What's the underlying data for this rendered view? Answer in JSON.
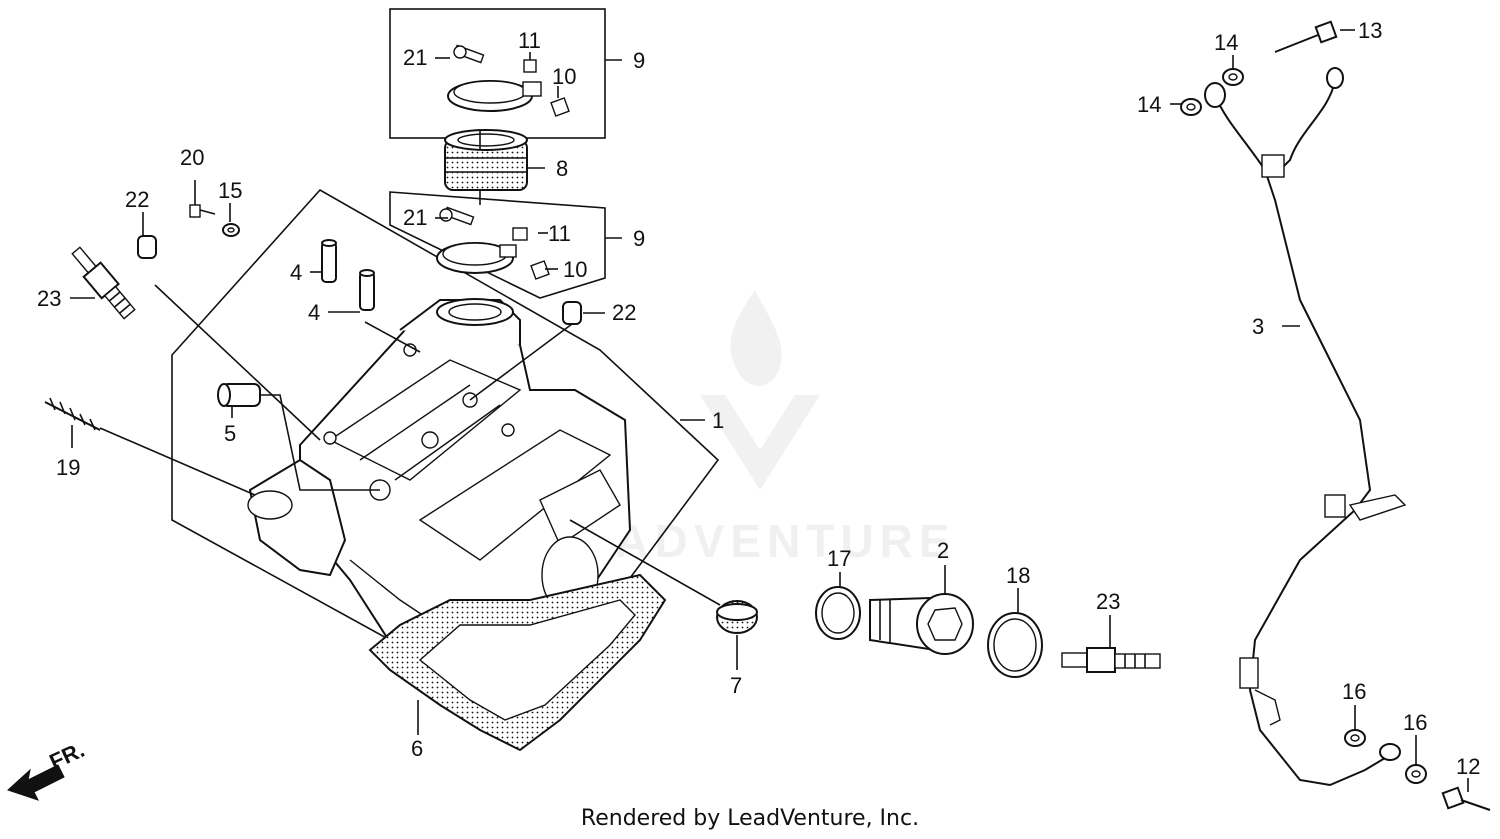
{
  "callouts": {
    "c1": "1",
    "c2": "2",
    "c3": "3",
    "c4a": "4",
    "c4b": "4",
    "c5": "5",
    "c6": "6",
    "c7": "7",
    "c8": "8",
    "c9a": "9",
    "c9b": "9",
    "c10a": "10",
    "c10b": "10",
    "c11a": "11",
    "c11b": "11",
    "c12": "12",
    "c13": "13",
    "c14a": "14",
    "c14b": "14",
    "c15": "15",
    "c16a": "16",
    "c16b": "16",
    "c17": "17",
    "c18": "18",
    "c19": "19",
    "c20": "20",
    "c21a": "21",
    "c21b": "21",
    "c22a": "22",
    "c22b": "22",
    "c23a": "23",
    "c23b": "23"
  },
  "direction_label": "FR.",
  "watermark": "LEADVENTURE",
  "footer": "Rendered by LeadVenture, Inc."
}
